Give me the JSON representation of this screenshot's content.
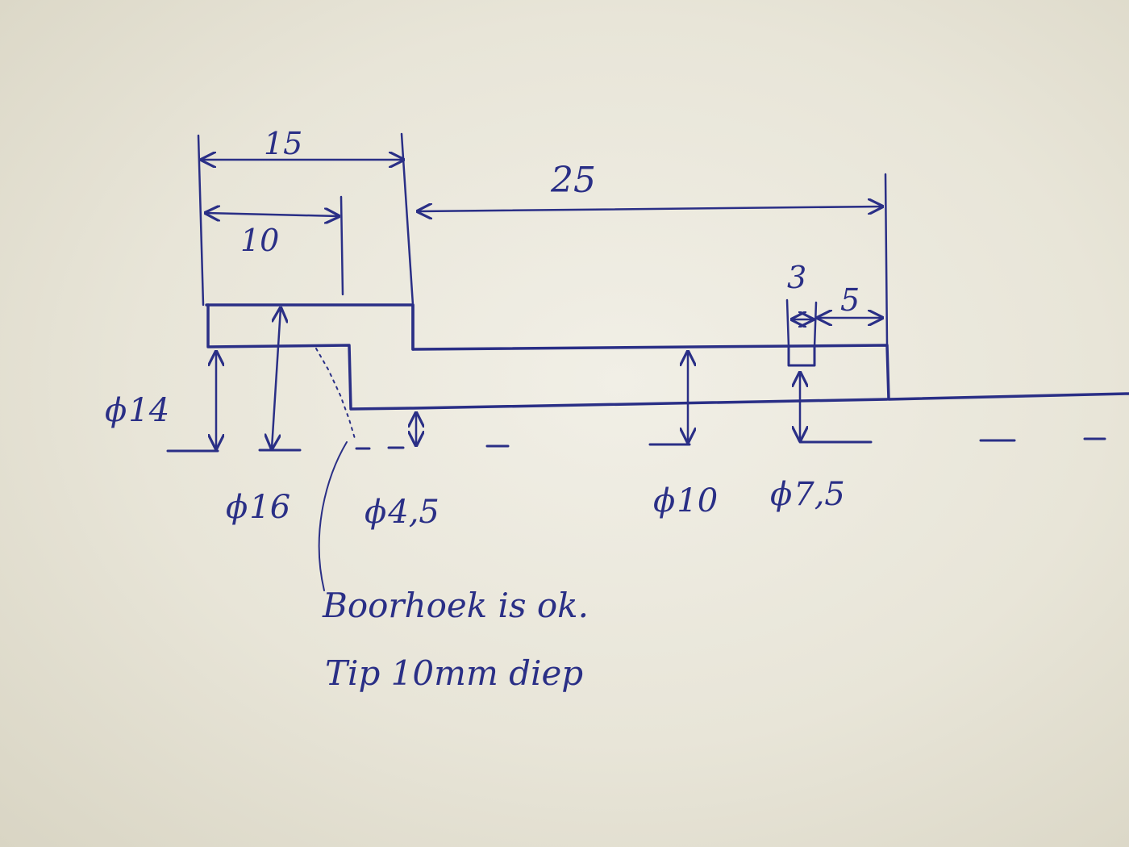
{
  "drawing": {
    "dimensions": {
      "overall_left": "15",
      "inner_left": "10",
      "long_section": "25",
      "groove_width": "3",
      "groove_offset": "5"
    },
    "diameters": {
      "d14": "14",
      "d16": "16",
      "d4_5": "4,5",
      "d10": "10",
      "d7_5": "7,5"
    },
    "diameter_symbol": "ϕ",
    "note": {
      "line1": "Boorhoek is ok.",
      "line2": "Tip 10mm diep"
    },
    "ink_color": "#2a2f86"
  }
}
